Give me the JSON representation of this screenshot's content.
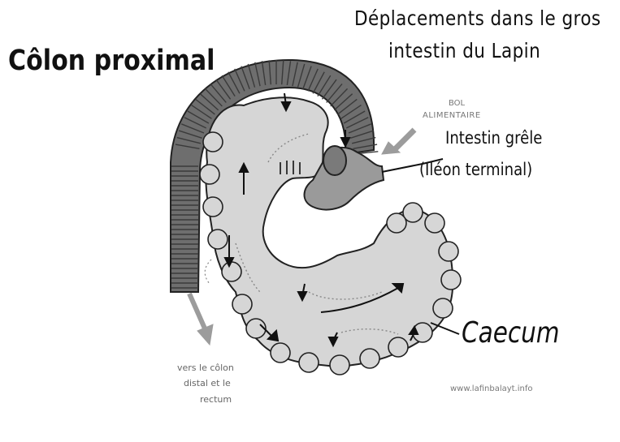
{
  "title": {
    "line1": "Déplacements dans le gros",
    "line2": "intestin du Lapin"
  },
  "labels": {
    "colon_proximal": "Côlon proximal",
    "bol_line1": "BOL",
    "bol_line2": "ALIMENTAIRE",
    "intestin_line1": "Intestin grêle",
    "intestin_line2": "(Iléon terminal)",
    "caecum": "Caecum",
    "vers_line1": "vers le côlon",
    "vers_line2": "distal et le",
    "vers_line3": "rectum",
    "watermark": "www.lafinbalayt.info"
  },
  "colors": {
    "colon_band": "#6e6e6e",
    "caecum_fill": "#d6d6d6",
    "outline": "#222222",
    "ileum_fill": "#9a9a9a",
    "arrow_grey": "#9c9c9c"
  }
}
